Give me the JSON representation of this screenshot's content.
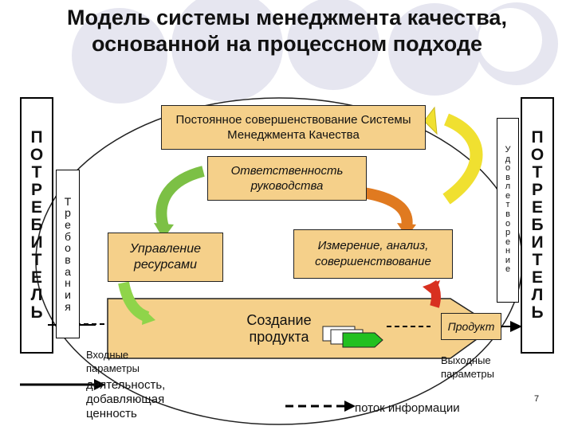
{
  "title": "Модель системы менеджмента качества, основанной на процессном подходе",
  "left_column": [
    "П",
    "О",
    "Т",
    "Р",
    "Е",
    "Б",
    "И",
    "Т",
    "Е",
    "Л",
    "Ь"
  ],
  "right_column": [
    "П",
    "О",
    "Т",
    "Р",
    "Е",
    "Б",
    "И",
    "Т",
    "Е",
    "Л",
    "Ь"
  ],
  "requirements": [
    "Т",
    "р",
    "е",
    "б",
    "о",
    "в",
    "а",
    "н",
    "и",
    "я"
  ],
  "satisfaction": [
    "У",
    "д",
    "о",
    "в",
    "л",
    "е",
    "т",
    "в",
    "о",
    "р",
    "е",
    "н",
    "и",
    "е"
  ],
  "boxes": {
    "improvement": "Постоянное совершенствование Системы Менеджмента Качества",
    "responsibility": "Ответственность руководства",
    "resources": "Управление ресурсами",
    "measurement": "Измерение, анализ, совершенствование",
    "product_creation": "Создание продукта",
    "product": "Продукт"
  },
  "labels": {
    "inputs": "Входные параметры",
    "value_added": "деятельность, добавляющая ценность",
    "outputs": "Выходные параметры",
    "info_flow": "поток информации",
    "page_number": "7"
  },
  "colors": {
    "box_fill": "#f5d08a",
    "arrow_fill": "#f0c030",
    "circle_fill": "#e6e6f0"
  }
}
